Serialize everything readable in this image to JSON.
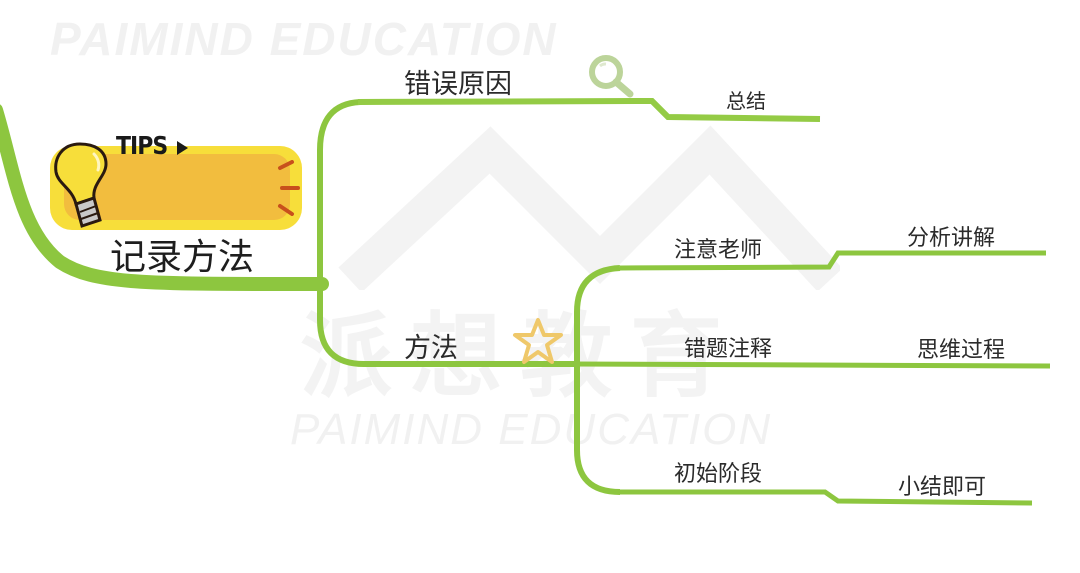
{
  "watermark": {
    "top_text": "PAIMIND EDUCATION",
    "middle_text": "派想教育",
    "bottom_text": "PAIMIND EDUCATION"
  },
  "tips_badge": {
    "label": "TIPS",
    "colors": {
      "outer": "#f7de3a",
      "inner": "#f2bd3e",
      "accent": "#c8501c"
    }
  },
  "mindmap": {
    "root": {
      "label": "记录方法",
      "icon": "lightbulb-icon"
    },
    "branches": [
      {
        "label": "错误原因",
        "icon": "magnifier-icon",
        "children": [
          {
            "label": "总结"
          }
        ]
      },
      {
        "label": "方法",
        "icon": "star-icon",
        "children": [
          {
            "label": "注意老师",
            "children": [
              {
                "label": "分析讲解"
              }
            ]
          },
          {
            "label": "错题注释",
            "children": [
              {
                "label": "思维过程"
              }
            ]
          },
          {
            "label": "初始阶段",
            "children": [
              {
                "label": "小结即可"
              }
            ]
          }
        ]
      }
    ]
  },
  "colors": {
    "branch": "#8dc63f",
    "branch_light": "#a9d45a",
    "text": "#2b2b2b"
  }
}
